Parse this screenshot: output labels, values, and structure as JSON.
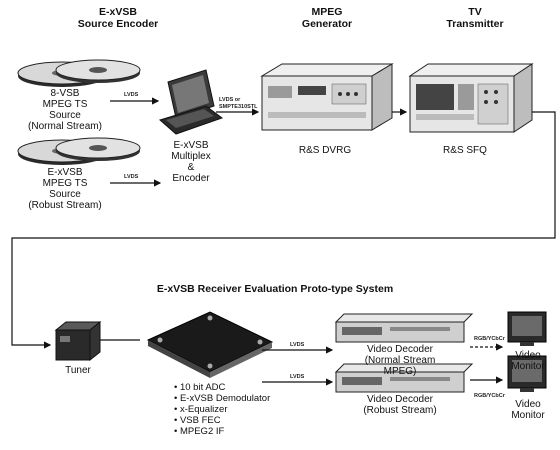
{
  "headers": {
    "encoder": [
      "E-xVSB",
      "Source Encoder"
    ],
    "mpeg": [
      "MPEG",
      "Generator"
    ],
    "tv": [
      "TV",
      "Transmitter"
    ]
  },
  "sources": {
    "normal": [
      "8-VSB",
      "MPEG TS",
      "Source",
      "(Normal Stream)"
    ],
    "robust": [
      "E-xVSB",
      "MPEG TS",
      "Source",
      "(Robust Stream)"
    ]
  },
  "multiplex": [
    "E-xVSB",
    "Multiplex",
    "&",
    "Encoder"
  ],
  "devices": {
    "dvrg": "R&S DVRG",
    "sfq": "R&S SFQ",
    "tuner": "Tuner"
  },
  "link_labels": {
    "lvds_top": "LVDS",
    "lvds_bottom": "LVDS",
    "lvds_or": [
      "LVDS or",
      "SMPTE310STL"
    ],
    "lvds_demod_top": "LVDS",
    "lvds_demod_bottom": "LVDS",
    "rgb_top": "RGB/YCbCr",
    "rgb_bottom": "RGB/YCbCr"
  },
  "receiver_title": "E-xVSB Receiver Evaluation Proto-type System",
  "demod_features": [
    "10 bit ADC",
    "E-xVSB Demodulator",
    "x-Equalizer",
    "VSB FEC",
    "MPEG2 IF"
  ],
  "decoders": {
    "normal": [
      "Video Decoder",
      "(Normal Stream",
      "MPEG)"
    ],
    "robust": [
      "Video Decoder",
      "(Robust Stream)"
    ]
  },
  "monitors": {
    "top": [
      "Video",
      "Monitor"
    ],
    "bottom": [
      "Video",
      "Monitor"
    ]
  }
}
